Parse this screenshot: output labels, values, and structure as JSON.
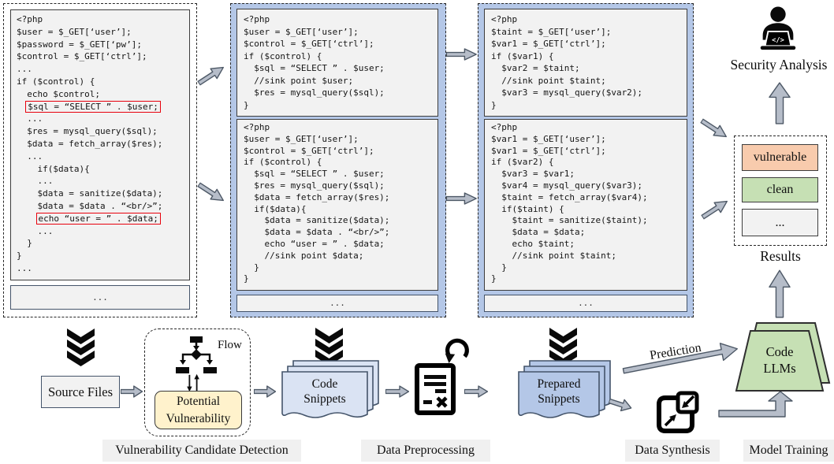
{
  "colors": {
    "panel_blue": "#B4C7E7",
    "code_bg": "#F2F2F2",
    "highlight_red": "#E8000D",
    "potential_fill": "#FFF2CC",
    "code_snippets_fill": "#DAE3F3",
    "prepared_snippets_fill": "#B4C7E7",
    "llm_fill": "#C6E0B4",
    "arrow_fill": "#B6BDC9",
    "strip_bg": "#F0F0F0"
  },
  "left_panel": {
    "code": [
      "<?php",
      "$user = $_GET[‘user’];",
      "$password = $_GET[‘pw’];",
      "$control = $_GET[‘ctrl’];",
      "...",
      "if ($control) {",
      "  echo $control;",
      "  $sql = “SELECT ” . $user;",
      "  ...",
      "  $res = mysql_query($sql);",
      "  $data = fetch_array($res);",
      "  ...",
      "    if($data){",
      "    ...",
      "    $data = sanitize($data);",
      "    $data = $data . “<br/>”;",
      "    echo “user = ” . $data;",
      "    ...",
      "  }",
      "}",
      "..."
    ],
    "highlight_indices": [
      7,
      16
    ],
    "more": "..."
  },
  "middle_panel": {
    "top_code": [
      "<?php",
      "$user = $_GET[‘user’];",
      "$control = $_GET[‘ctrl’];",
      "if ($control) {",
      "  $sql = “SELECT ” . $user;",
      "  //sink point $user;",
      "  $res = mysql_query($sql);",
      "}"
    ],
    "bottom_code": [
      "<?php",
      "$user = $_GET[‘user’];",
      "$control = $_GET[‘ctrl’];",
      "if ($control) {",
      "  $sql = “SELECT ” . $user;",
      "  $res = mysql_query($sql);",
      "  $data = fetch_array($res);",
      "  if($data){",
      "    $data = sanitize($data);",
      "    $data = $data . “<br/>”;",
      "    echo “user = ” . $data;",
      "    //sink point $data;",
      "  }",
      "}"
    ],
    "more": "..."
  },
  "right_panel": {
    "top_code": [
      "<?php",
      "$taint = $_GET[‘user’];",
      "$var1 = $_GET[‘ctrl’];",
      "if ($var1) {",
      "  $var2 = $taint;",
      "  //sink point $taint;",
      "  $var3 = mysql_query($var2);",
      "}"
    ],
    "bottom_code": [
      "<?php",
      "$var1 = $_GET[‘user’];",
      "$var1 = $_GET[‘ctrl’];",
      "if ($var2) {",
      "  $var3 = $var1;",
      "  $var4 = mysql_query($var3);",
      "  $taint = fetch_array($var4);",
      "  if($taint) {",
      "    $taint = sanitize($taint);",
      "    $data = $data;",
      "    echo $taint;",
      "    //sink point $taint;",
      "  }",
      "}"
    ],
    "more": "..."
  },
  "security": {
    "label": "Security Analysis"
  },
  "results": {
    "caption": "Results",
    "items": [
      {
        "label": "vulnerable",
        "fill": "#F8CBAD"
      },
      {
        "label": "clean",
        "fill": "#C6E0B4"
      },
      {
        "label": "...",
        "fill": "#F2F2F2"
      }
    ]
  },
  "pipeline": {
    "source_files": "Source Files",
    "flow": "Flow",
    "potential_line1": "Potential",
    "potential_line2": "Vulnerability",
    "code_snippets_line1": "Code",
    "code_snippets_line2": "Snippets",
    "prepared_line1": "Prepared",
    "prepared_line2": "Snippets",
    "prediction": "Prediction",
    "llm_line1": "Code",
    "llm_line2": "LLMs",
    "stages": [
      "Vulnerability Candidate Detection",
      "Data Preprocessing",
      "Data Synthesis",
      "Model Training"
    ]
  }
}
